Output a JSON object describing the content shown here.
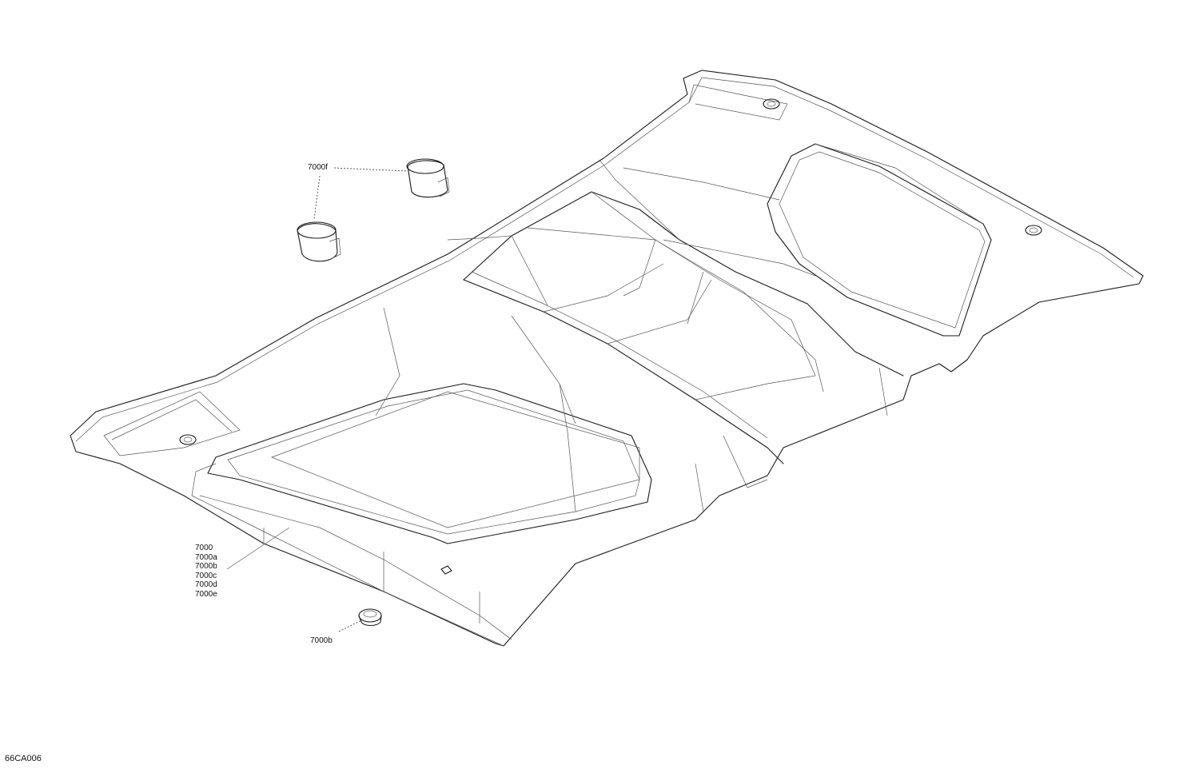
{
  "drawing_id": "66CA006",
  "callouts": {
    "strap": "7000f",
    "roof": [
      "7000",
      "7000a",
      "7000b",
      "7000c",
      "7000d",
      "7000e"
    ],
    "grommet": "7000b"
  }
}
